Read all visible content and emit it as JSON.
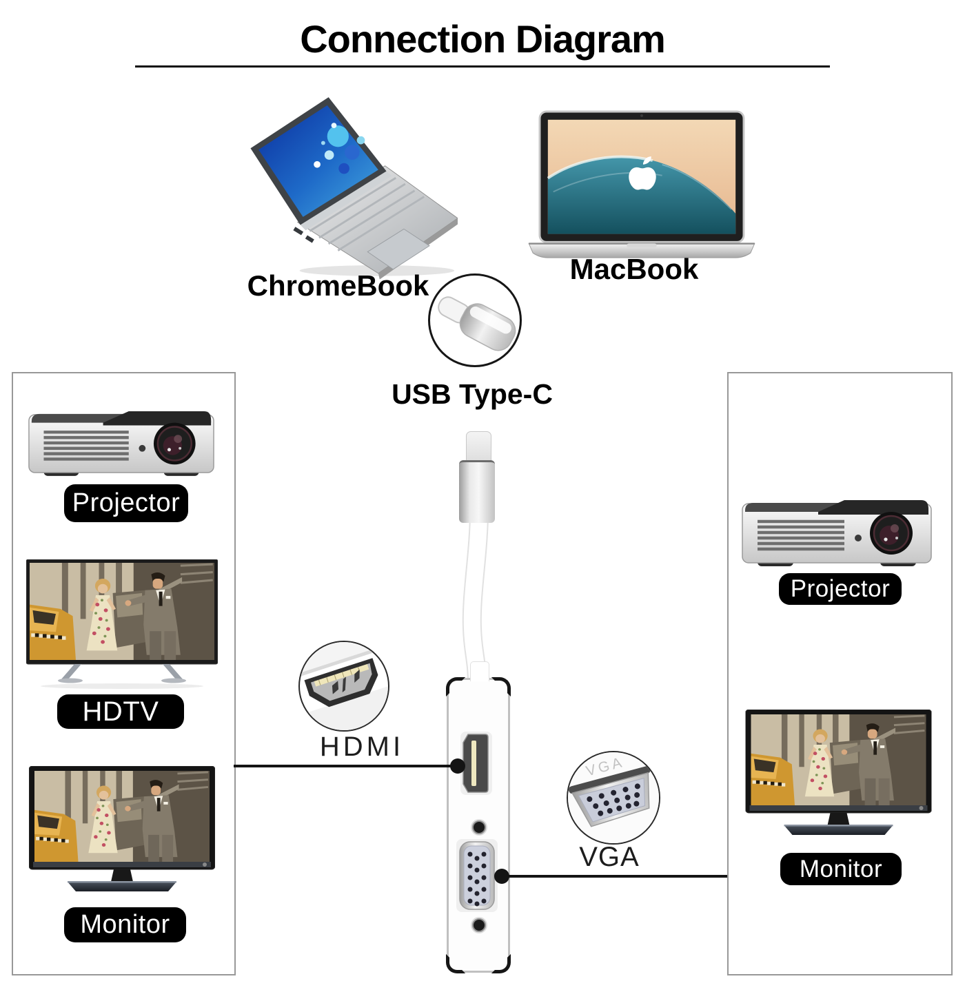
{
  "title": "Connection Diagram",
  "sources": {
    "chromebook_label": "ChromeBook",
    "macbook_label": "MacBook"
  },
  "connector_label": "USB Type-C",
  "callouts": {
    "hdmi_label": "HDMI",
    "vga_label": "VGA",
    "vga_embossed_label": "VGA"
  },
  "left_panel": {
    "items": [
      {
        "label": "Projector"
      },
      {
        "label": "HDTV"
      },
      {
        "label": "Monitor"
      }
    ]
  },
  "right_panel": {
    "items": [
      {
        "label": "Projector"
      },
      {
        "label": "Monitor"
      }
    ]
  },
  "colors": {
    "background": "#ffffff",
    "label_pill_bg": "#000000",
    "label_pill_text": "#ffffff",
    "panel_border": "#989898",
    "connection_line": "#141414",
    "title_text": "#000000"
  }
}
